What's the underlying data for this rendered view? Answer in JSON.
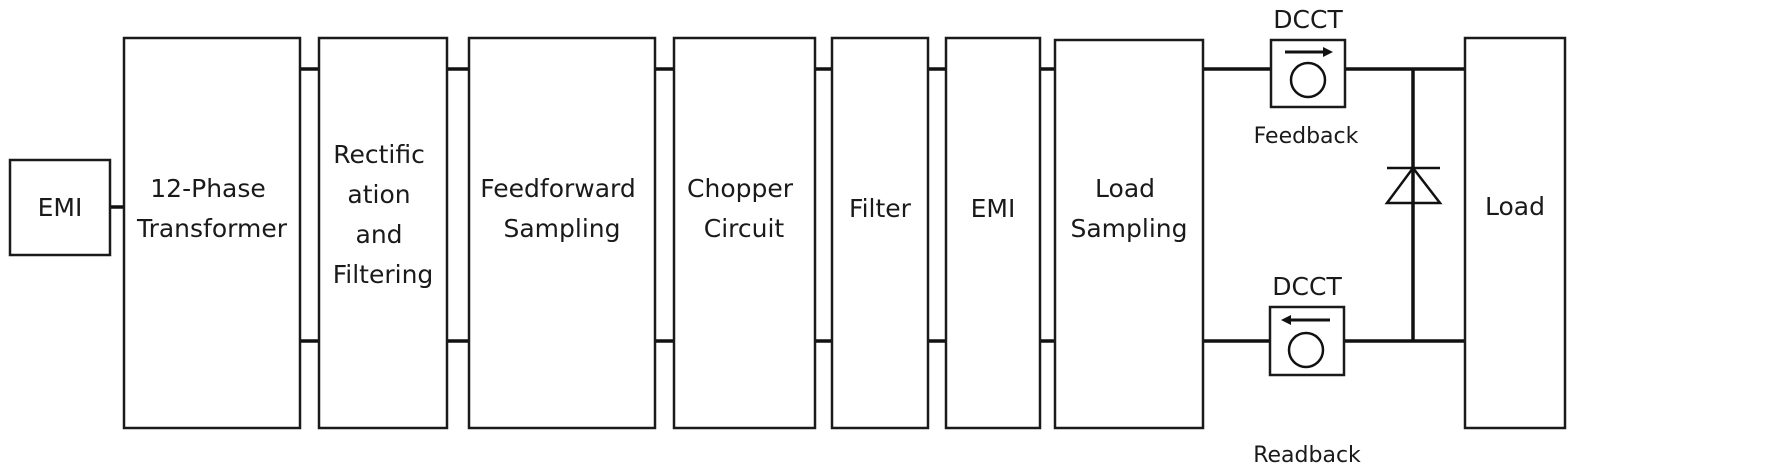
{
  "blocks": {
    "emi_in": [
      "EMI"
    ],
    "transformer": [
      "12-Phase",
      "Transformer"
    ],
    "rectification": [
      "Rectific",
      "ation",
      "and",
      "Filtering"
    ],
    "feedforward": [
      "Feedforward",
      "Sampling"
    ],
    "chopper": [
      "Chopper",
      "Circuit"
    ],
    "filter": [
      "Filter"
    ],
    "emi_out": [
      "EMI"
    ],
    "load_sampling": [
      "Load",
      "Sampling"
    ],
    "load": [
      "Load"
    ]
  },
  "sensors": {
    "top": {
      "title": "DCCT",
      "caption": "Feedback",
      "arrow": "right"
    },
    "bottom": {
      "title": "DCCT",
      "caption": "Readback",
      "arrow": "left"
    }
  },
  "colors": {
    "line": "#111111",
    "background": "#ffffff"
  }
}
